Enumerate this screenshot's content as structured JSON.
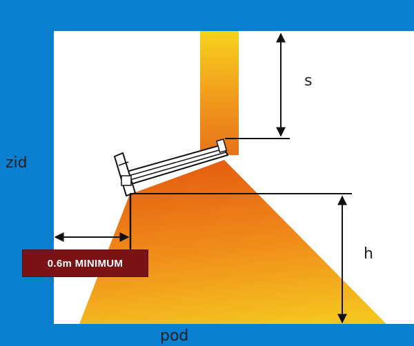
{
  "labels": {
    "wall": "zid",
    "floor": "pod",
    "ceiling_distance": "s",
    "mount_height": "h",
    "min_wall_distance": "0.6m MINIMUM"
  },
  "colors": {
    "wall_blue": "#0a7fd0",
    "heat_orange": "#e86a10",
    "heat_yellow": "#f6c51a",
    "badge_red": "#7a1216"
  },
  "icons": {
    "heater": "infrared-heater-icon"
  }
}
